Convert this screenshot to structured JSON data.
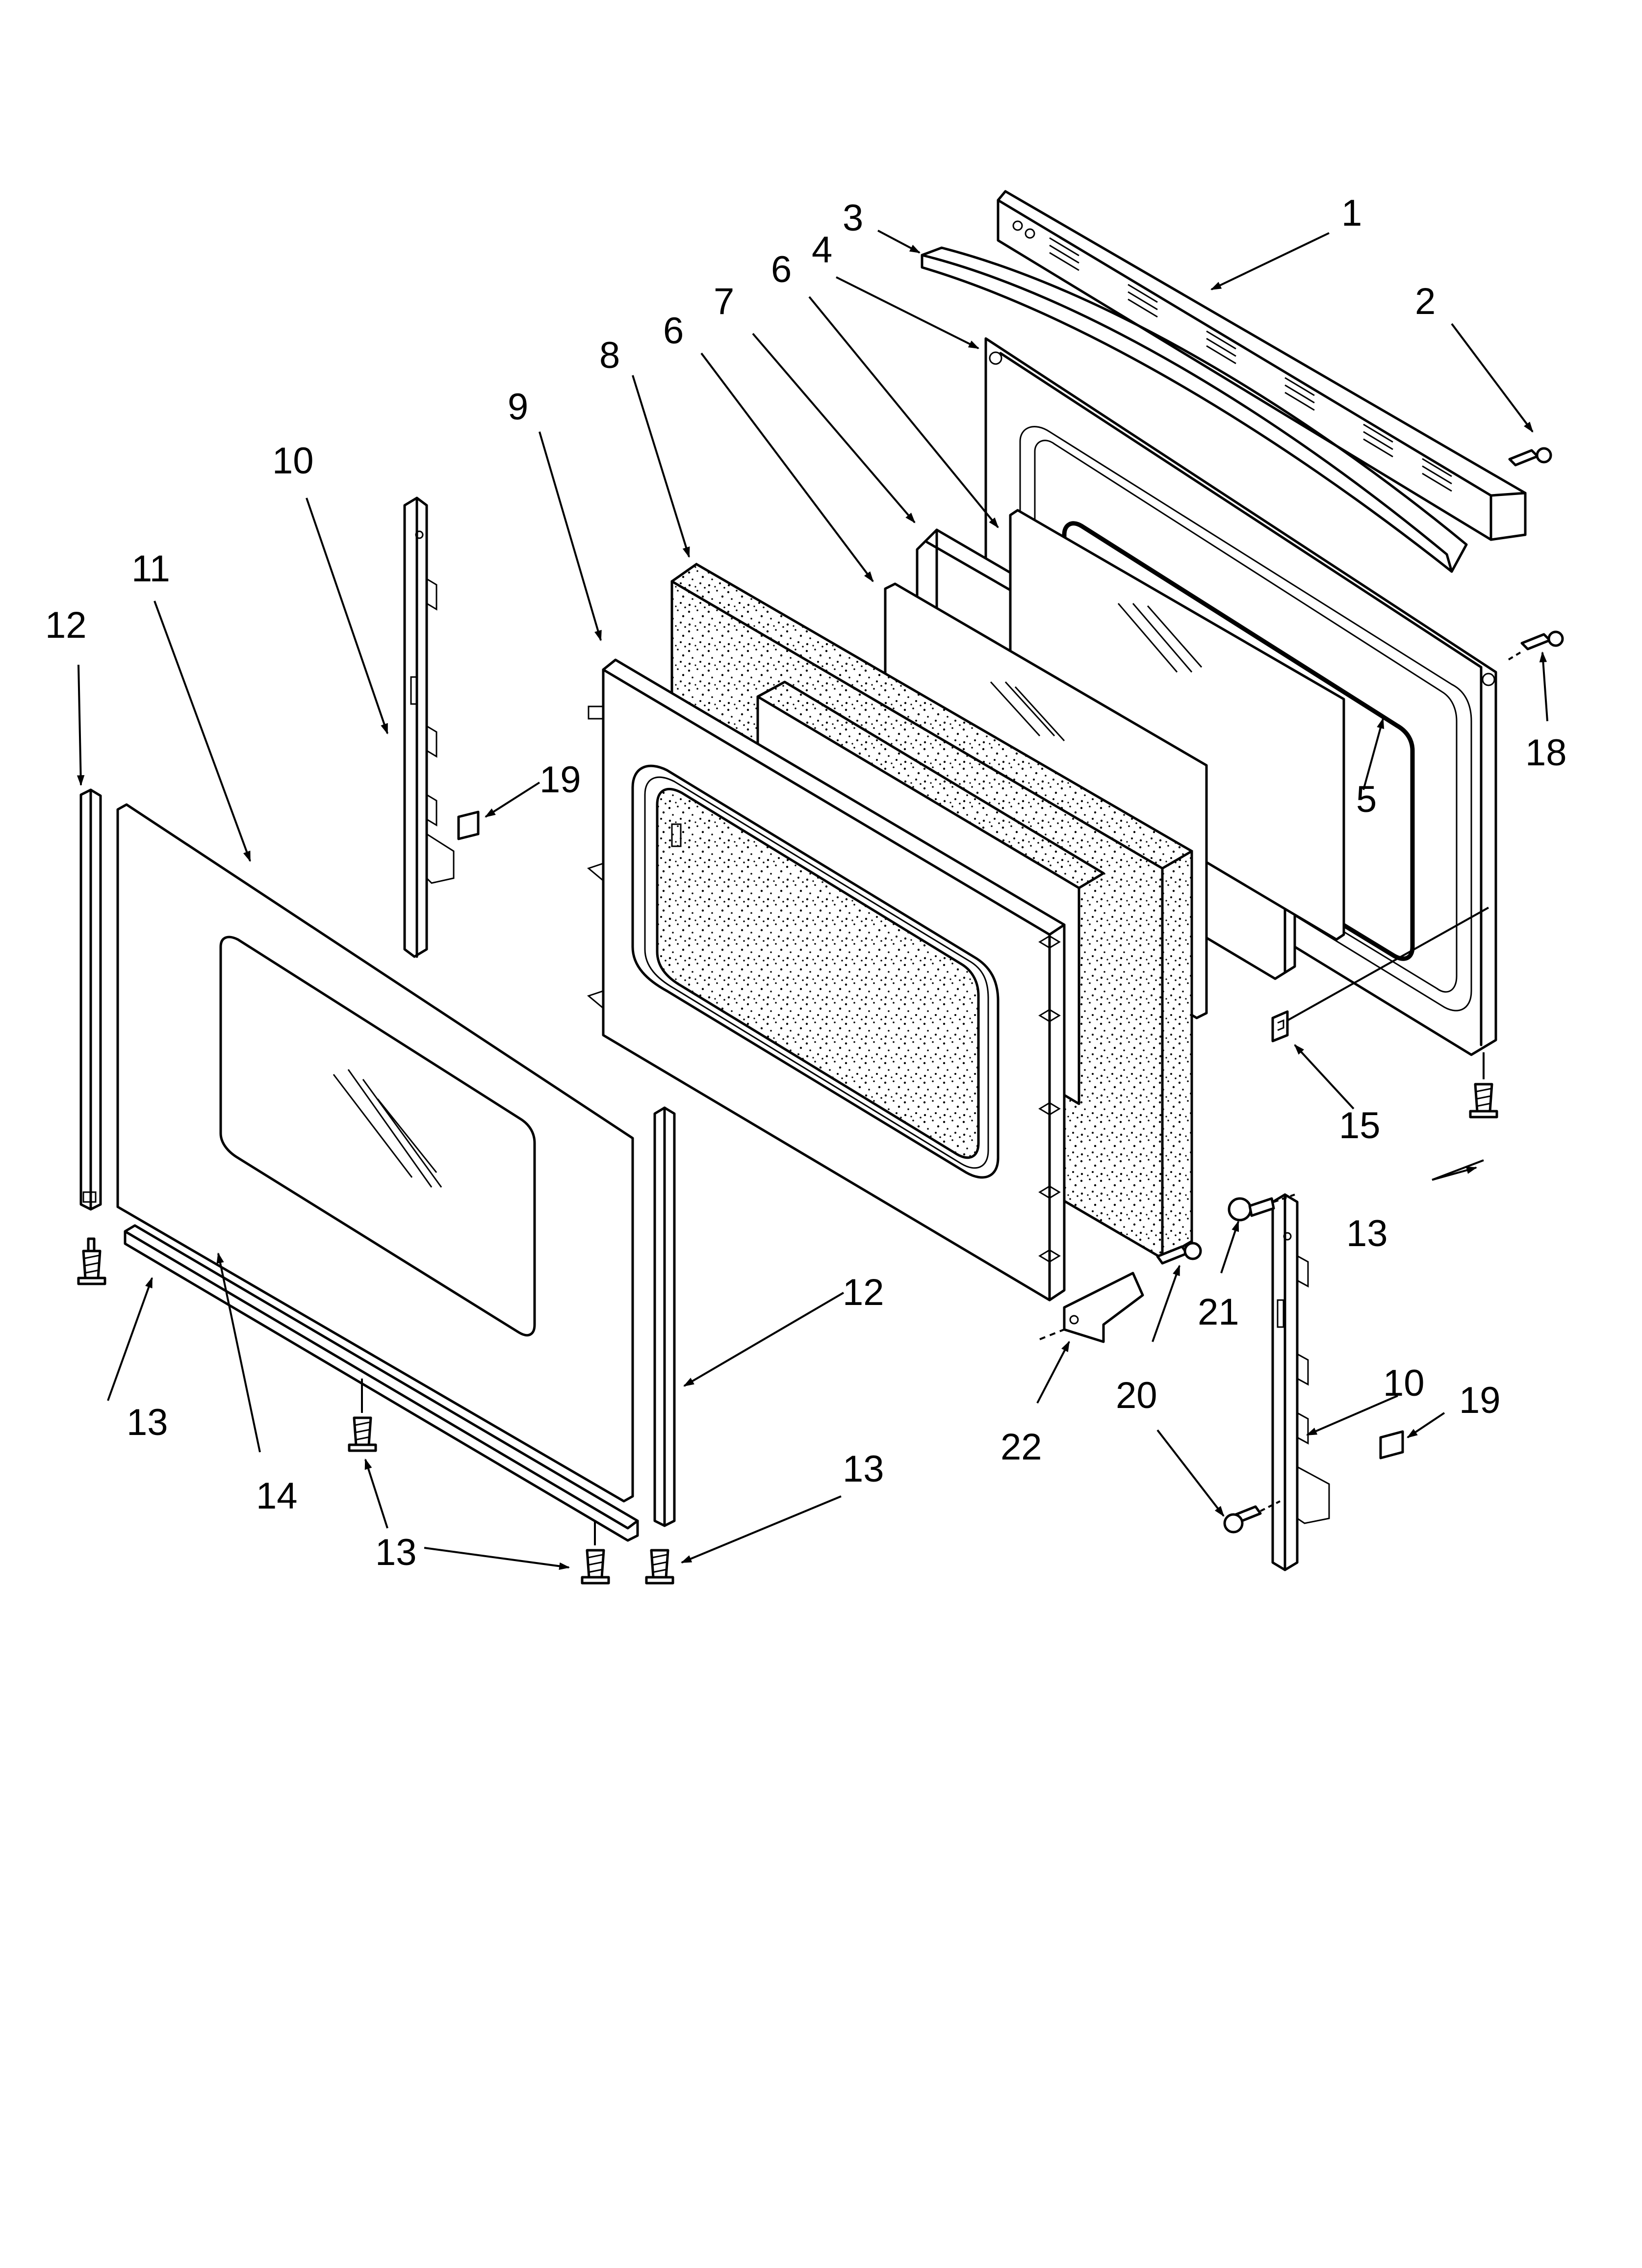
{
  "diagram": {
    "type": "exploded-parts-view",
    "callouts": [
      {
        "id": "c1",
        "label": "1"
      },
      {
        "id": "c2",
        "label": "2"
      },
      {
        "id": "c3",
        "label": "3"
      },
      {
        "id": "c4",
        "label": "4"
      },
      {
        "id": "c5",
        "label": "5"
      },
      {
        "id": "c6a",
        "label": "6"
      },
      {
        "id": "c6b",
        "label": "6"
      },
      {
        "id": "c7",
        "label": "7"
      },
      {
        "id": "c8",
        "label": "8"
      },
      {
        "id": "c9",
        "label": "9"
      },
      {
        "id": "c10a",
        "label": "10"
      },
      {
        "id": "c10b",
        "label": "10"
      },
      {
        "id": "c11",
        "label": "11"
      },
      {
        "id": "c12a",
        "label": "12"
      },
      {
        "id": "c12b",
        "label": "12"
      },
      {
        "id": "c13a",
        "label": "13"
      },
      {
        "id": "c13b",
        "label": "13"
      },
      {
        "id": "c13c",
        "label": "13"
      },
      {
        "id": "c13d",
        "label": "13"
      },
      {
        "id": "c14",
        "label": "14"
      },
      {
        "id": "c15",
        "label": "15"
      },
      {
        "id": "c18",
        "label": "18"
      },
      {
        "id": "c19a",
        "label": "19"
      },
      {
        "id": "c19b",
        "label": "19"
      },
      {
        "id": "c20",
        "label": "20"
      },
      {
        "id": "c21",
        "label": "21"
      },
      {
        "id": "c22",
        "label": "22"
      }
    ]
  }
}
